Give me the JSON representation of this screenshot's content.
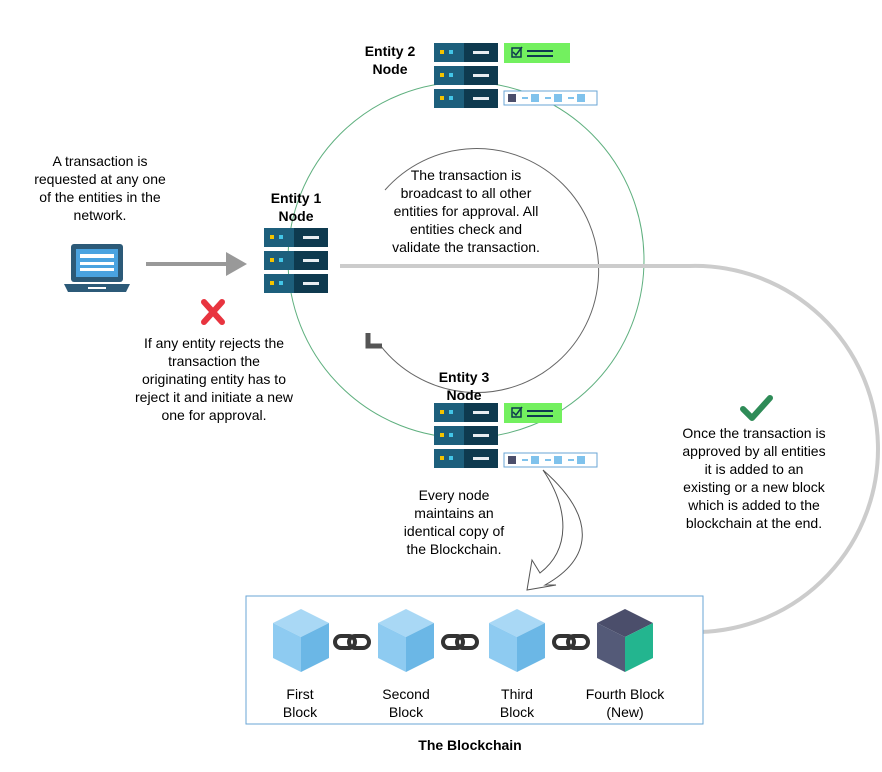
{
  "entity1": {
    "line1": "Entity 1",
    "line2": "Node"
  },
  "entity2": {
    "line1": "Entity 2",
    "line2": "Node"
  },
  "entity3": {
    "line1": "Entity 3",
    "line2": "Node"
  },
  "request_note": {
    "line1": "A transaction is",
    "line2": "requested at any one",
    "line3": "of the entities in the",
    "line4": "network."
  },
  "broadcast_note": {
    "line1": "The transaction is",
    "line2": "broadcast to all other",
    "line3": "entities for approval. All",
    "line4": "entities check and",
    "line5": "validate the transaction."
  },
  "reject_note": {
    "line1": "If any entity rejects the",
    "line2": "transaction the",
    "line3": "originating entity has to",
    "line4": "reject it and initiate a new",
    "line5": "one for approval."
  },
  "copy_note": {
    "line1": "Every node",
    "line2": "maintains an",
    "line3": "identical copy of",
    "line4": "the Blockchain."
  },
  "approved_note": {
    "line1": "Once the transaction is",
    "line2": "approved by all entities",
    "line3": "it is added to an",
    "line4": "existing or a new block",
    "line5": "which is added to the",
    "line6": "blockchain at the end."
  },
  "blocks": [
    {
      "line1": "First",
      "line2": "Block"
    },
    {
      "line1": "Second",
      "line2": "Block"
    },
    {
      "line1": "Third",
      "line2": "Block"
    },
    {
      "line1": "Fourth Block",
      "line2": "(New)"
    }
  ],
  "blockchain_title": "The Blockchain",
  "colors": {
    "server_dark": "#0e3a4f",
    "server_mid": "#1d5f7c",
    "server_light": "#e8eef2",
    "led_yellow": "#f5c400",
    "led_cyan": "#43c6e8",
    "green_badge": "#73f05f",
    "circle_green": "#5fb07f",
    "arrow_gray": "#cccccc",
    "arrow_dark": "#999999",
    "cube_light": "#a9d8f5",
    "cube_mid": "#7fc2ec",
    "cube_dark": "#5aa9de",
    "new_cube_top": "#4b4e6b",
    "new_cube_left": "#545a78",
    "new_cube_right": "#23b58f",
    "chain_box": "#6aa6d6",
    "red_x": "#e8343f",
    "green_check": "#2e8b57",
    "laptop": "#2c5a78",
    "laptop_screen": "#4aa3e0"
  },
  "icons": {
    "laptop": "laptop-icon",
    "server": "server-icon",
    "badge": "checklist-icon",
    "mini_chain": "mini-blockchain-icon",
    "reject": "red-x-icon",
    "approve": "green-check-icon",
    "link": "chain-link-icon",
    "cube": "block-cube-icon"
  }
}
